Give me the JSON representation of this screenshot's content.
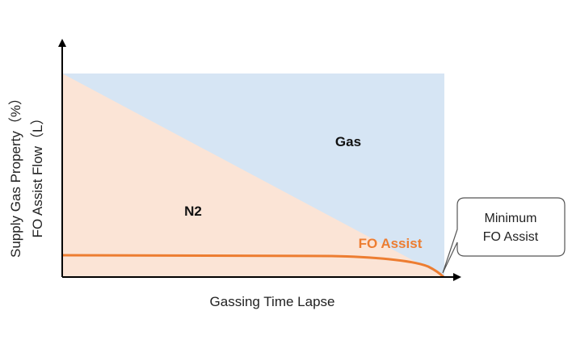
{
  "labels": {
    "y_axis_line1": "Supply Gas Property（%）",
    "y_axis_line2": "FO Assist Flow（L）",
    "x_axis": "Gassing Time Lapse",
    "region_gas": "Gas",
    "region_n2": "N2",
    "fo_assist": "FO Assist",
    "callout_line1": "Minimum",
    "callout_line2": "FO Assist"
  },
  "colors": {
    "gas_region": "#d6e5f4",
    "n2_region": "#fbe4d6",
    "fo_assist_line": "#ed7d31",
    "axis": "#000000"
  }
}
